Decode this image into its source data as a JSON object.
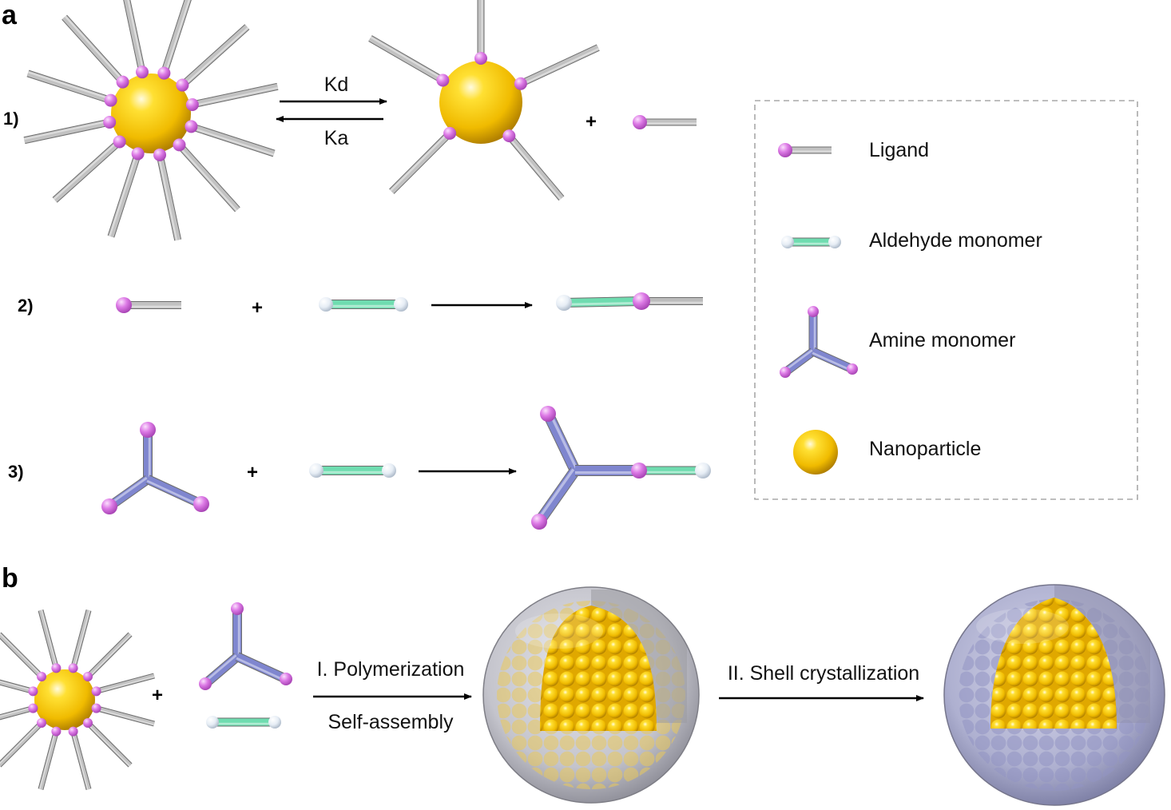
{
  "panels": {
    "a": "a",
    "b": "b"
  },
  "steps": {
    "s1": "1)",
    "s2": "2)",
    "s3": "3)"
  },
  "plus": "+",
  "reaction1": {
    "forward": "Kd",
    "backward": "Ka"
  },
  "legend": {
    "ligand": "Ligand",
    "aldehyde": "Aldehyde monomer",
    "amine": "Amine monomer",
    "nanoparticle": "Nanoparticle"
  },
  "panel_b": {
    "step1_top": "I. Polymerization",
    "step1_bottom": "Self-assembly",
    "step2": "II. Shell crystallization"
  },
  "colors": {
    "ligand_head": "#d66ee0",
    "ligand_tail": "#b8b8b8",
    "aldehyde_bar": "#6fdcb0",
    "aldehyde_end": "#e2eaf2",
    "amine_arm": "#7f86cf",
    "nanoparticle": "#f2c400",
    "shell": "#b8b8c4",
    "legend_border": "#a8a8a8"
  }
}
